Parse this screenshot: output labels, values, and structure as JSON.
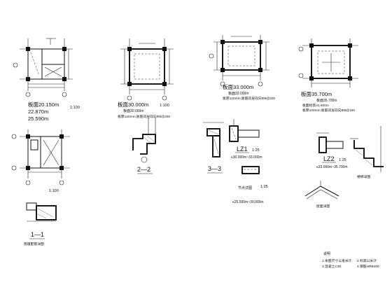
{
  "plans": {
    "p1": {
      "title": "板面20.150m",
      "sub1": "22.870m",
      "sub2": "25.590m",
      "scale": "1:100"
    },
    "p2": {
      "title": "板面30.000m",
      "note": "板面30.000m",
      "spec": "板厚120mm,板筋双层双向Φ8@200",
      "scale": "1:100"
    },
    "p3": {
      "title": "板面33.000m",
      "note": "板面33.000m",
      "spec": "板厚120mm,板筋双层双向Φ8@200"
    },
    "p4": {
      "title": "板面35.700m",
      "note1": "板面35.700m",
      "note2": "板面标高41.600m",
      "spec": "板厚100mm,板筋双层双向Φ8@150"
    },
    "p5": {
      "scale": "1:100"
    }
  },
  "sections": {
    "s22": "2—2",
    "s33": "3—3",
    "s11": "1—1",
    "lz1": {
      "label": "LZ1",
      "scale": "1:25",
      "elev": "≤30.000m~33.000m"
    },
    "lz2": {
      "label": "LZ2",
      "scale": "1:25",
      "elev": "≤33.000m~35.700m"
    },
    "beam": {
      "note": "节点详图",
      "scale": "1:25",
      "elev": "≤25.590m~30.000m"
    }
  },
  "notes": {
    "head": "说明",
    "lines": [
      "1.本图尺寸以毫米计",
      "2.标高以米计",
      "3.混凝土C30",
      "4.钢筋HRB400"
    ]
  }
}
